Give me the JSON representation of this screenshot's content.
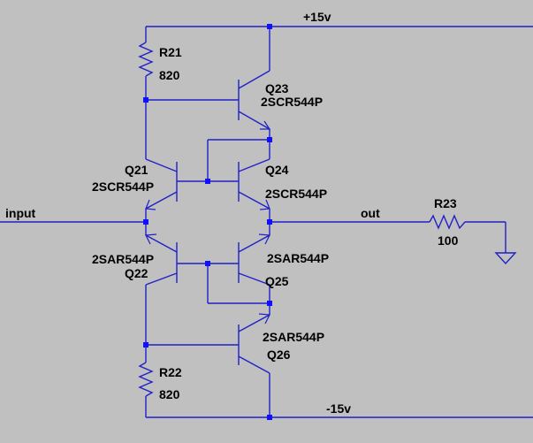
{
  "colors": {
    "background": "#c0c0c0",
    "wire": "#2020c8",
    "junction": "#1010ff",
    "text": "#000000"
  },
  "nets": {
    "vplus": "+15v",
    "vminus": "-15v",
    "input": "input",
    "output": "out"
  },
  "resistors": {
    "r21": {
      "ref": "R21",
      "value": "820"
    },
    "r22": {
      "ref": "R22",
      "value": "820"
    },
    "r23": {
      "ref": "R23",
      "value": "100"
    }
  },
  "transistors": {
    "q21": {
      "ref": "Q21",
      "part": "2SCR544P",
      "type": "NPN"
    },
    "q22": {
      "ref": "Q22",
      "part": "2SAR544P",
      "type": "PNP"
    },
    "q23": {
      "ref": "Q23",
      "part": "2SCR544P",
      "type": "NPN"
    },
    "q24": {
      "ref": "Q24",
      "part": "2SCR544P",
      "type": "NPN"
    },
    "q25": {
      "ref": "Q25",
      "part": "2SAR544P",
      "type": "PNP"
    },
    "q26": {
      "ref": "Q26",
      "part": "2SAR544P",
      "type": "PNP"
    }
  },
  "ground": {
    "icon": "ground-icon"
  }
}
